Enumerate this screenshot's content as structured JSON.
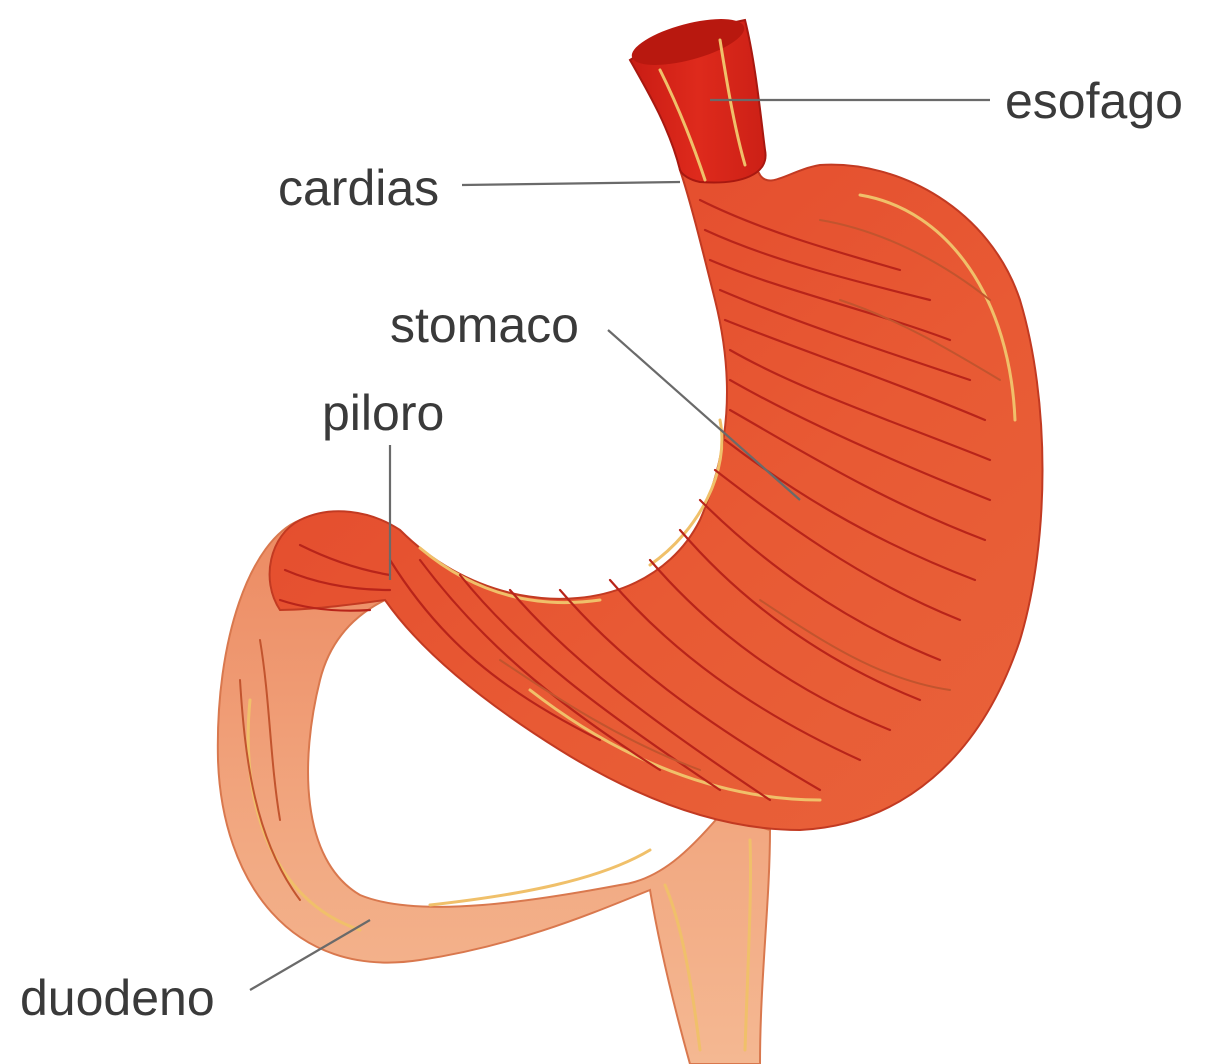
{
  "labels": {
    "esofago": "esofago",
    "cardias": "cardias",
    "stomaco": "stomaco",
    "piloro": "piloro",
    "duodeno": "duodeno"
  },
  "colors": {
    "stomach": "#e8502c",
    "stomach_dark": "#c93a1e",
    "esophagus": "#d9281c",
    "duodenum": "#f0a07a",
    "duodenum_light": "#f5b994",
    "fold": "#b8241a",
    "rim": "#f0c06a",
    "label_text": "#3a3a3a"
  }
}
